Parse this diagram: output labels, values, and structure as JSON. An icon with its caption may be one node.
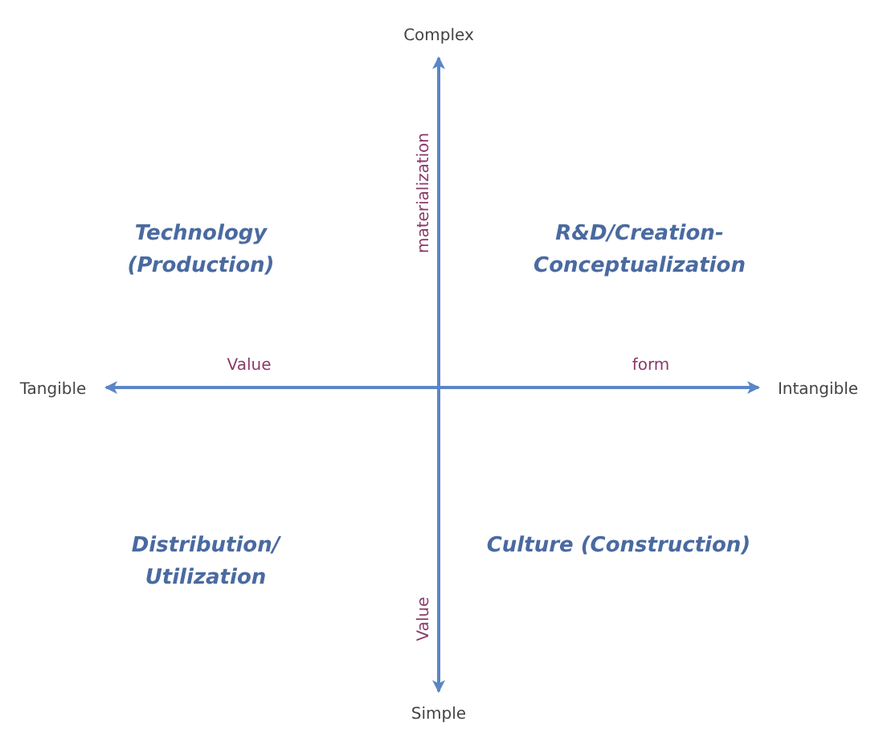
{
  "diagram": {
    "nodes": [
      {
        "text": [
          "Complex"
        ]
      },
      {
        "text": [
          "Tangible"
        ]
      },
      {
        "text": [
          "Intangible"
        ]
      },
      {
        "text": [
          "Simple"
        ]
      }
    ],
    "edges": [
      {
        "from": null,
        "to": 0,
        "arrow": "to",
        "label": "materialization"
      },
      {
        "from": null,
        "to": 1,
        "arrow": "to",
        "label": "Value"
      },
      {
        "from": null,
        "to": 2,
        "arrow": "to",
        "label": "form"
      },
      {
        "from": null,
        "to": 3,
        "arrow": "to",
        "label": "Value"
      }
    ],
    "labels": [
      "Technology (Production)",
      "R&D/Creation-Conceptualization",
      "Distribution/ Utilization",
      "Culture (Construction)"
    ]
  }
}
